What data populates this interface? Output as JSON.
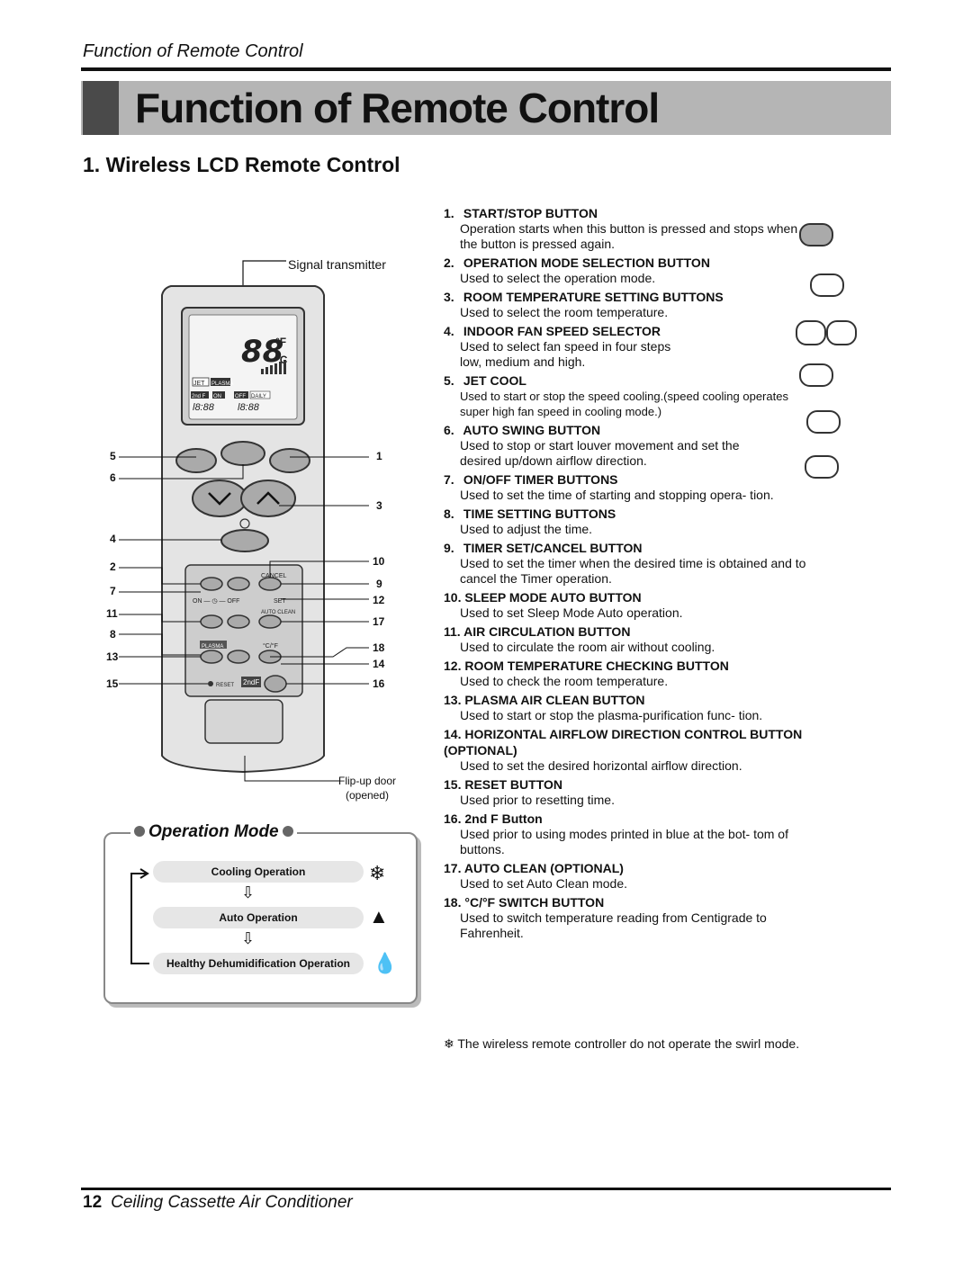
{
  "header": {
    "title": "Function of Remote Control"
  },
  "title_banner": "Function of Remote Control",
  "section": {
    "title": "1. Wireless LCD Remote Control"
  },
  "diagram": {
    "signal_label": "Signal transmitter",
    "flip_label": "Flip-up door (opened)",
    "callouts_left": [
      "5",
      "6",
      "4",
      "2",
      "7",
      "11",
      "8",
      "13",
      "15"
    ],
    "callouts_right": [
      "1",
      "3",
      "10",
      "9",
      "12",
      "17",
      "18",
      "14",
      "16"
    ],
    "lcd": {
      "temp": "88",
      "unit_f": "°F",
      "unit_c": "°C",
      "jet": "JET",
      "plasma": "PLASMA",
      "on": "ON",
      "off": "OFF",
      "daily": "DAILY",
      "second_f": "2nd F"
    },
    "keypad": {
      "cancel": "CANCEL",
      "set": "SET",
      "on_off": "ON — ◷ — OFF",
      "auto_clean": "AUTO CLEAN",
      "plasma": "PLASMA",
      "cf": "°C/°F",
      "reset": "RESET",
      "second_f": "2ndF"
    }
  },
  "operation_mode": {
    "title": "Operation Mode",
    "modes": [
      "Cooling Operation",
      "Auto Operation",
      "Healthy Dehumidification Operation"
    ]
  },
  "items": [
    {
      "num": "1.",
      "title": "START/STOP BUTTON",
      "desc": "Operation starts when this button is pressed and stops when the button is pressed again."
    },
    {
      "num": "2.",
      "title": "OPERATION MODE SELECTION BUTTON",
      "desc": "Used to select the operation mode."
    },
    {
      "num": "3.",
      "title": "ROOM TEMPERATURE SETTING BUTTONS",
      "desc": "Used to select the room temperature."
    },
    {
      "num": "4.",
      "title": "INDOOR FAN SPEED SELECTOR",
      "desc": "Used to select fan speed in four steps low, medium and high."
    },
    {
      "num": "5.",
      "title": "JET COOL",
      "desc": "Used to start or stop the speed cooling.(speed cooling operates super high fan speed in cooling mode.)"
    },
    {
      "num": "6.",
      "title": "AUTO SWING BUTTON",
      "desc": "Used to stop or start louver movement and set the desired up/down airflow direction."
    },
    {
      "num": "7.",
      "title": "ON/OFF TIMER BUTTONS",
      "desc": "Used to set the time of starting and stopping opera- tion."
    },
    {
      "num": "8.",
      "title": "TIME SETTING BUTTONS",
      "desc": "Used to adjust the time."
    },
    {
      "num": "9.",
      "title": "TIMER SET/CANCEL BUTTON",
      "desc": "Used to set the timer when the desired time is obtained and to cancel the Timer operation."
    },
    {
      "num": "10.",
      "title": "SLEEP MODE AUTO BUTTON",
      "desc": "Used to set Sleep Mode Auto operation."
    },
    {
      "num": "11.",
      "title": "AIR CIRCULATION BUTTON",
      "desc": "Used to circulate the room air without cooling."
    },
    {
      "num": "12.",
      "title": "ROOM TEMPERATURE CHECKING BUTTON",
      "desc": "Used to check the room temperature."
    },
    {
      "num": "13.",
      "title": "PLASMA AIR CLEAN BUTTON",
      "desc": "Used to start or stop the plasma-purification func- tion."
    },
    {
      "num": "14.",
      "title": "HORIZONTAL AIRFLOW DIRECTION CONTROL BUTTON (OPTIONAL)",
      "desc": "Used to set the desired horizontal airflow direction."
    },
    {
      "num": "15.",
      "title": "RESET BUTTON",
      "desc": "Used prior to resetting time."
    },
    {
      "num": "16.",
      "title": "2nd F Button",
      "desc": "Used prior to using modes printed in blue at the bot- tom of buttons."
    },
    {
      "num": "17.",
      "title": "AUTO CLEAN (OPTIONAL)",
      "desc": "Used to set Auto Clean mode."
    },
    {
      "num": "18.",
      "title": "°C/°F SWITCH BUTTON",
      "desc": "Used to switch temperature reading from Centigrade to Fahrenheit."
    }
  ],
  "note": "❄ The wireless remote controller do not operate the swirl mode.",
  "footer": {
    "page": "12",
    "text": "Ceiling Cassette Air Conditioner"
  }
}
